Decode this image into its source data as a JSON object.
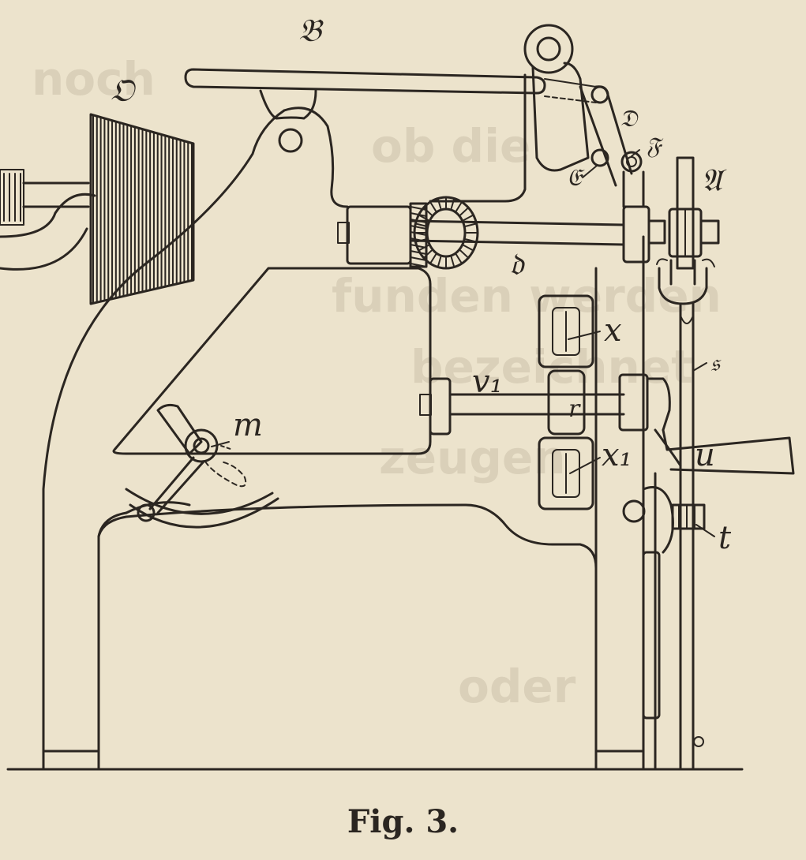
{
  "figure": {
    "caption": "Fig. 3.",
    "labels": {
      "B": "𝔅",
      "O": "𝔒",
      "D": "𝔇",
      "E": "𝔈",
      "F": "𝔉",
      "A": "𝔄",
      "d": "𝔡",
      "x": "x",
      "v1": "v₁",
      "r": "r",
      "x1": "x₁",
      "m": "m",
      "s": "𝔰",
      "u": "u",
      "t": "t"
    }
  },
  "bleed_through": {
    "line1": "noch",
    "line2": "ob die",
    "line3": "funden werden",
    "line4": "bezeichnet",
    "line5": "zeugen",
    "line6": "oder"
  }
}
